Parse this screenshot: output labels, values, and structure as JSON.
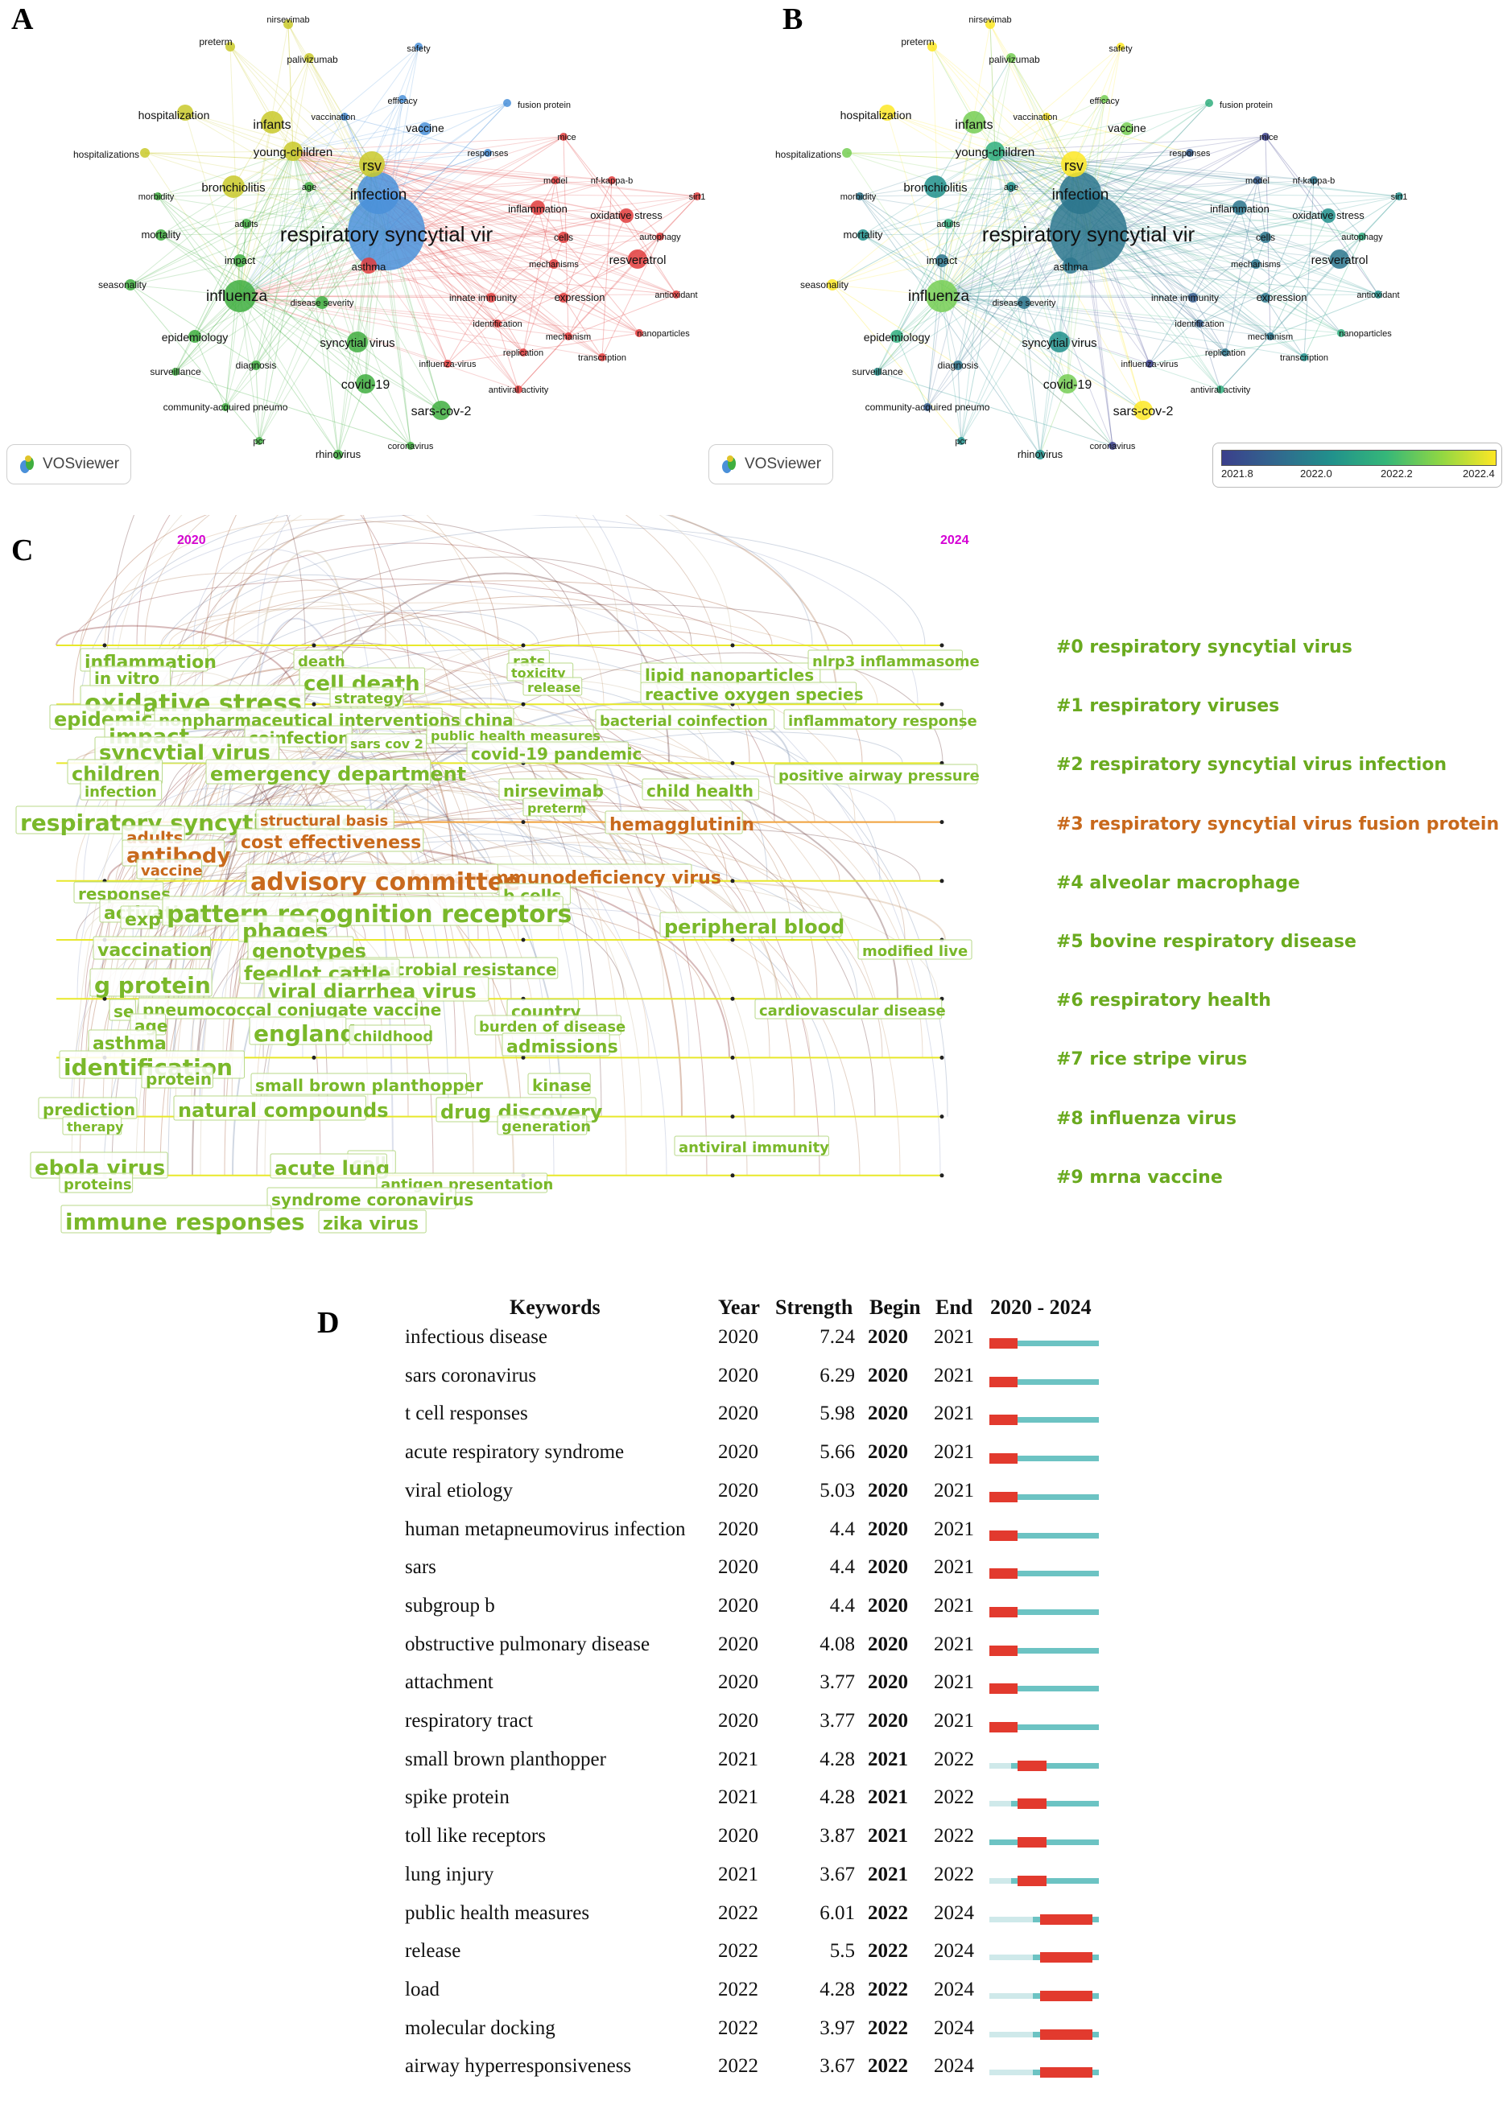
{
  "panel_labels": {
    "a": "A",
    "b": "B",
    "c": "C",
    "d": "D"
  },
  "vosviewer_badge": {
    "label": "VOSviewer"
  },
  "colorbar": {
    "ticks": [
      "2021.8",
      "2022.0",
      "2022.2",
      "2022.4"
    ],
    "colors": [
      "#3b3f8c",
      "#21918c",
      "#90d743",
      "#fde725"
    ]
  },
  "network": {
    "cluster_colors": {
      "blue": "#4a90d9",
      "red": "#e03c3c",
      "green": "#3fae3f",
      "yellow": "#c9c92a"
    },
    "nodes": [
      {
        "label": "respiratory syncytial vir",
        "cluster": "blue",
        "year": 2022.0
      },
      {
        "label": "infection",
        "cluster": "blue",
        "year": 2022.0
      },
      {
        "label": "rsv",
        "cluster": "yellow",
        "year": 2022.4
      },
      {
        "label": "infants",
        "cluster": "yellow",
        "year": 2022.3
      },
      {
        "label": "young-children",
        "cluster": "yellow",
        "year": 2022.2
      },
      {
        "label": "bronchiolitis",
        "cluster": "yellow",
        "year": 2022.1
      },
      {
        "label": "hospitalization",
        "cluster": "yellow",
        "year": 2022.4
      },
      {
        "label": "hospitalizations",
        "cluster": "yellow",
        "year": 2022.3
      },
      {
        "label": "preterm",
        "cluster": "yellow",
        "year": 2022.4
      },
      {
        "label": "nirsevimab",
        "cluster": "yellow",
        "year": 2022.4
      },
      {
        "label": "palivizumab",
        "cluster": "yellow",
        "year": 2022.3
      },
      {
        "label": "vaccination",
        "cluster": "blue",
        "year": 2022.4
      },
      {
        "label": "safety",
        "cluster": "blue",
        "year": 2022.4
      },
      {
        "label": "efficacy",
        "cluster": "blue",
        "year": 2022.3
      },
      {
        "label": "vaccine",
        "cluster": "blue",
        "year": 2022.3
      },
      {
        "label": "fusion protein",
        "cluster": "blue",
        "year": 2022.2
      },
      {
        "label": "responses",
        "cluster": "blue",
        "year": 2021.9
      },
      {
        "label": "mice",
        "cluster": "red",
        "year": 2021.8
      },
      {
        "label": "model",
        "cluster": "red",
        "year": 2021.9
      },
      {
        "label": "nf-kappa-b",
        "cluster": "red",
        "year": 2022.0
      },
      {
        "label": "sirt1",
        "cluster": "red",
        "year": 2022.1
      },
      {
        "label": "inflammation",
        "cluster": "red",
        "year": 2022.0
      },
      {
        "label": "oxidative stress",
        "cluster": "red",
        "year": 2022.1
      },
      {
        "label": "cells",
        "cluster": "red",
        "year": 2022.0
      },
      {
        "label": "autophagy",
        "cluster": "red",
        "year": 2022.2
      },
      {
        "label": "resveratrol",
        "cluster": "red",
        "year": 2022.0
      },
      {
        "label": "mechanisms",
        "cluster": "red",
        "year": 2022.0
      },
      {
        "label": "antioxidant",
        "cluster": "red",
        "year": 2022.1
      },
      {
        "label": "innate immunity",
        "cluster": "red",
        "year": 2021.9
      },
      {
        "label": "expression",
        "cluster": "red",
        "year": 2022.0
      },
      {
        "label": "identification",
        "cluster": "red",
        "year": 2021.9
      },
      {
        "label": "nanoparticles",
        "cluster": "red",
        "year": 2022.2
      },
      {
        "label": "mechanism",
        "cluster": "red",
        "year": 2022.0
      },
      {
        "label": "replication",
        "cluster": "red",
        "year": 2022.0
      },
      {
        "label": "transcription",
        "cluster": "red",
        "year": 2022.1
      },
      {
        "label": "antiviral activity",
        "cluster": "red",
        "year": 2022.2
      },
      {
        "label": "influenza-virus",
        "cluster": "red",
        "year": 2021.8
      },
      {
        "label": "asthma",
        "cluster": "red",
        "year": 2022.0
      },
      {
        "label": "age",
        "cluster": "green",
        "year": 2022.1
      },
      {
        "label": "adults",
        "cluster": "green",
        "year": 2022.2
      },
      {
        "label": "morbidity",
        "cluster": "green",
        "year": 2022.0
      },
      {
        "label": "mortality",
        "cluster": "green",
        "year": 2022.1
      },
      {
        "label": "impact",
        "cluster": "green",
        "year": 2022.0
      },
      {
        "label": "seasonality",
        "cluster": "green",
        "year": 2022.4
      },
      {
        "label": "influenza",
        "cluster": "green",
        "year": 2022.3
      },
      {
        "label": "disease severity",
        "cluster": "green",
        "year": 2022.0
      },
      {
        "label": "syncytial virus",
        "cluster": "green",
        "year": 2022.1
      },
      {
        "label": "epidemiology",
        "cluster": "green",
        "year": 2022.2
      },
      {
        "label": "diagnosis",
        "cluster": "green",
        "year": 2022.0
      },
      {
        "label": "surveillance",
        "cluster": "green",
        "year": 2022.1
      },
      {
        "label": "covid-19",
        "cluster": "green",
        "year": 2022.3
      },
      {
        "label": "sars-cov-2",
        "cluster": "green",
        "year": 2022.4
      },
      {
        "label": "community-acquired pneumo",
        "cluster": "green",
        "year": 2021.9
      },
      {
        "label": "pcr",
        "cluster": "green",
        "year": 2022.1
      },
      {
        "label": "coronavirus",
        "cluster": "green",
        "year": 2021.8
      },
      {
        "label": "rhinovirus",
        "cluster": "green",
        "year": 2022.1
      }
    ]
  },
  "timeline": {
    "year_start": "2020",
    "year_end": "2024",
    "terms": [
      "inflammation",
      "death",
      "rats",
      "toxicity",
      "release",
      "lipid nanoparticles",
      "nlrp3 inflammasome",
      "in vitro",
      "cell death",
      "strategy",
      "reactive oxygen species",
      "oxidative stress",
      "epidemic",
      "nonpharmaceutical interventions",
      "china",
      "bacterial coinfection",
      "inflammatory response",
      "impact",
      "coinfection",
      "public health measures",
      "sars cov 2",
      "syncytial virus",
      "covid-19 pandemic",
      "children",
      "emergency department",
      "infection",
      "positive airway pressure",
      "nirsevimab",
      "child health",
      "preterm",
      "respiratory syncytial virus",
      "structural basis",
      "hemagglutinin",
      "adults",
      "cost effectiveness",
      "antibody",
      "vaccine",
      "human immunodeficiency virus",
      "advisory committee",
      "responses",
      "b cells",
      "activation",
      "exp",
      "pattern recognition receptors",
      "peripheral blood",
      "phages",
      "vaccination",
      "genotypes",
      "modified live",
      "antimicrobial resistance",
      "feedlot cattle",
      "g protein",
      "viral diarrhea virus",
      "pneumococcal conjugate vaccine",
      "cardiovascular disease",
      "se",
      "country",
      "age",
      "burden of disease",
      "england",
      "childhood",
      "asthma",
      "admissions",
      "identification",
      "protein",
      "small brown planthopper",
      "kinase",
      "prediction",
      "natural compounds",
      "drug discovery",
      "therapy",
      "generation",
      "antiviral immunity",
      "ebola virus",
      "cell",
      "acute lung",
      "antigen presentation",
      "proteins",
      "syndrome coronavirus",
      "immune responses",
      "zika virus"
    ],
    "clusters": [
      {
        "label": "#0 respiratory syncytial virus",
        "color": "#6aaa1f"
      },
      {
        "label": "#1 respiratory viruses",
        "color": "#6aaa1f"
      },
      {
        "label": "#2 respiratory syncytial virus infection",
        "color": "#6aaa1f"
      },
      {
        "label": "#3 respiratory syncytial virus fusion protein",
        "color": "#c8691c"
      },
      {
        "label": "#4 alveolar macrophage",
        "color": "#6aaa1f"
      },
      {
        "label": "#5 bovine respiratory disease",
        "color": "#6aaa1f"
      },
      {
        "label": "#6 respiratory health",
        "color": "#6aaa1f"
      },
      {
        "label": "#7 rice stripe virus",
        "color": "#6aaa1f"
      },
      {
        "label": "#8 influenza virus",
        "color": "#6aaa1f"
      },
      {
        "label": "#9 mrna vaccine",
        "color": "#6aaa1f"
      }
    ]
  },
  "chart_data": {
    "type": "table",
    "title": "",
    "columns": [
      "Keywords",
      "Year",
      "Strength",
      "Begin",
      "End",
      "2020 - 2024"
    ],
    "range": [
      2020,
      2024
    ],
    "colors": {
      "burst": "#e23a2e",
      "active": "#6cc3c3",
      "inactive": "#cfe9ea"
    },
    "rows": [
      {
        "keyword": "infectious disease",
        "year": 2020,
        "strength": "7.24",
        "begin": 2020,
        "end": 2021
      },
      {
        "keyword": "sars coronavirus",
        "year": 2020,
        "strength": "6.29",
        "begin": 2020,
        "end": 2021
      },
      {
        "keyword": "t cell responses",
        "year": 2020,
        "strength": "5.98",
        "begin": 2020,
        "end": 2021
      },
      {
        "keyword": "acute respiratory syndrome",
        "year": 2020,
        "strength": "5.66",
        "begin": 2020,
        "end": 2021
      },
      {
        "keyword": "viral etiology",
        "year": 2020,
        "strength": "5.03",
        "begin": 2020,
        "end": 2021
      },
      {
        "keyword": "human metapneumovirus infection",
        "year": 2020,
        "strength": "4.4",
        "begin": 2020,
        "end": 2021
      },
      {
        "keyword": "sars",
        "year": 2020,
        "strength": "4.4",
        "begin": 2020,
        "end": 2021
      },
      {
        "keyword": "subgroup b",
        "year": 2020,
        "strength": "4.4",
        "begin": 2020,
        "end": 2021
      },
      {
        "keyword": "obstructive pulmonary disease",
        "year": 2020,
        "strength": "4.08",
        "begin": 2020,
        "end": 2021
      },
      {
        "keyword": "attachment",
        "year": 2020,
        "strength": "3.77",
        "begin": 2020,
        "end": 2021
      },
      {
        "keyword": "respiratory tract",
        "year": 2020,
        "strength": "3.77",
        "begin": 2020,
        "end": 2021
      },
      {
        "keyword": "small brown planthopper",
        "year": 2021,
        "strength": "4.28",
        "begin": 2021,
        "end": 2022
      },
      {
        "keyword": "spike protein",
        "year": 2021,
        "strength": "4.28",
        "begin": 2021,
        "end": 2022
      },
      {
        "keyword": "toll like receptors",
        "year": 2020,
        "strength": "3.87",
        "begin": 2021,
        "end": 2022
      },
      {
        "keyword": "lung injury",
        "year": 2021,
        "strength": "3.67",
        "begin": 2021,
        "end": 2022
      },
      {
        "keyword": "public health measures",
        "year": 2022,
        "strength": "6.01",
        "begin": 2022,
        "end": 2024
      },
      {
        "keyword": "release",
        "year": 2022,
        "strength": "5.5",
        "begin": 2022,
        "end": 2024
      },
      {
        "keyword": "load",
        "year": 2022,
        "strength": "4.28",
        "begin": 2022,
        "end": 2024
      },
      {
        "keyword": "molecular docking",
        "year": 2022,
        "strength": "3.97",
        "begin": 2022,
        "end": 2024
      },
      {
        "keyword": "airway hyperresponsiveness",
        "year": 2022,
        "strength": "3.67",
        "begin": 2022,
        "end": 2024
      }
    ]
  }
}
